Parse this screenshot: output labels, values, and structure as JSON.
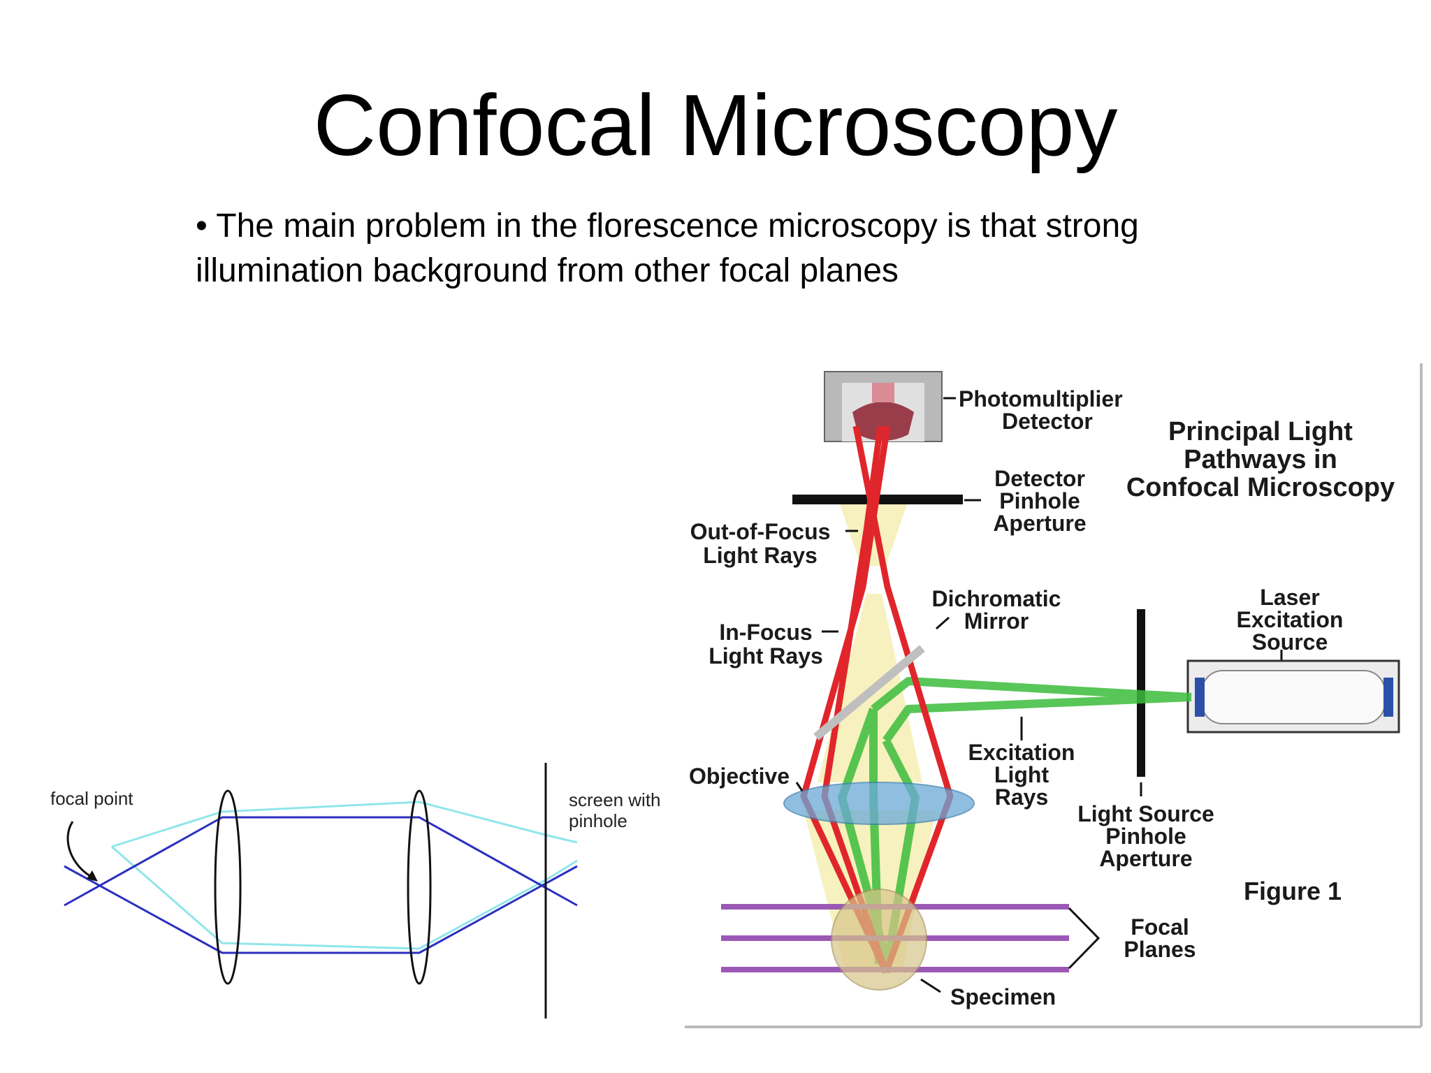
{
  "slide": {
    "title": "Confocal Microscopy",
    "bullet_text": "• The main problem in the florescence microscopy is that strong illumination background from other focal planes"
  },
  "left_diagram": {
    "focal_point_label": "focal point",
    "screen_label_line1": "screen with",
    "screen_label_line2": "pinhole",
    "colors": {
      "in_focus_ray": "#2b2fbf",
      "out_of_focus_ray": "#8fe6ea"
    }
  },
  "right_diagram": {
    "heading_line1": "Principal Light",
    "heading_line2": "Pathways in",
    "heading_line3": "Confocal Microscopy",
    "pmt_line1": "Photomultiplier",
    "pmt_line2": "Detector",
    "det_pinhole_line1": "Detector",
    "det_pinhole_line2": "Pinhole",
    "det_pinhole_line3": "Aperture",
    "oof_line1": "Out-of-Focus",
    "oof_line2": "Light Rays",
    "dichro_line1": "Dichromatic",
    "dichro_line2": "Mirror",
    "infocus_line1": "In-Focus",
    "infocus_line2": "Light Rays",
    "laser_line1": "Laser",
    "laser_line2": "Excitation",
    "laser_line3": "Source",
    "excitation_line1": "Excitation",
    "excitation_line2": "Light",
    "excitation_line3": "Rays",
    "objective": "Objective",
    "ls_pinhole_line1": "Light Source",
    "ls_pinhole_line2": "Pinhole",
    "ls_pinhole_line3": "Aperture",
    "figure_label": "Figure 1",
    "focal_planes_line1": "Focal",
    "focal_planes_line2": "Planes",
    "specimen": "Specimen",
    "colors": {
      "emission": "#e0262b",
      "excitation": "#3cbd3c",
      "focal_plane": "#9b59b6"
    }
  }
}
